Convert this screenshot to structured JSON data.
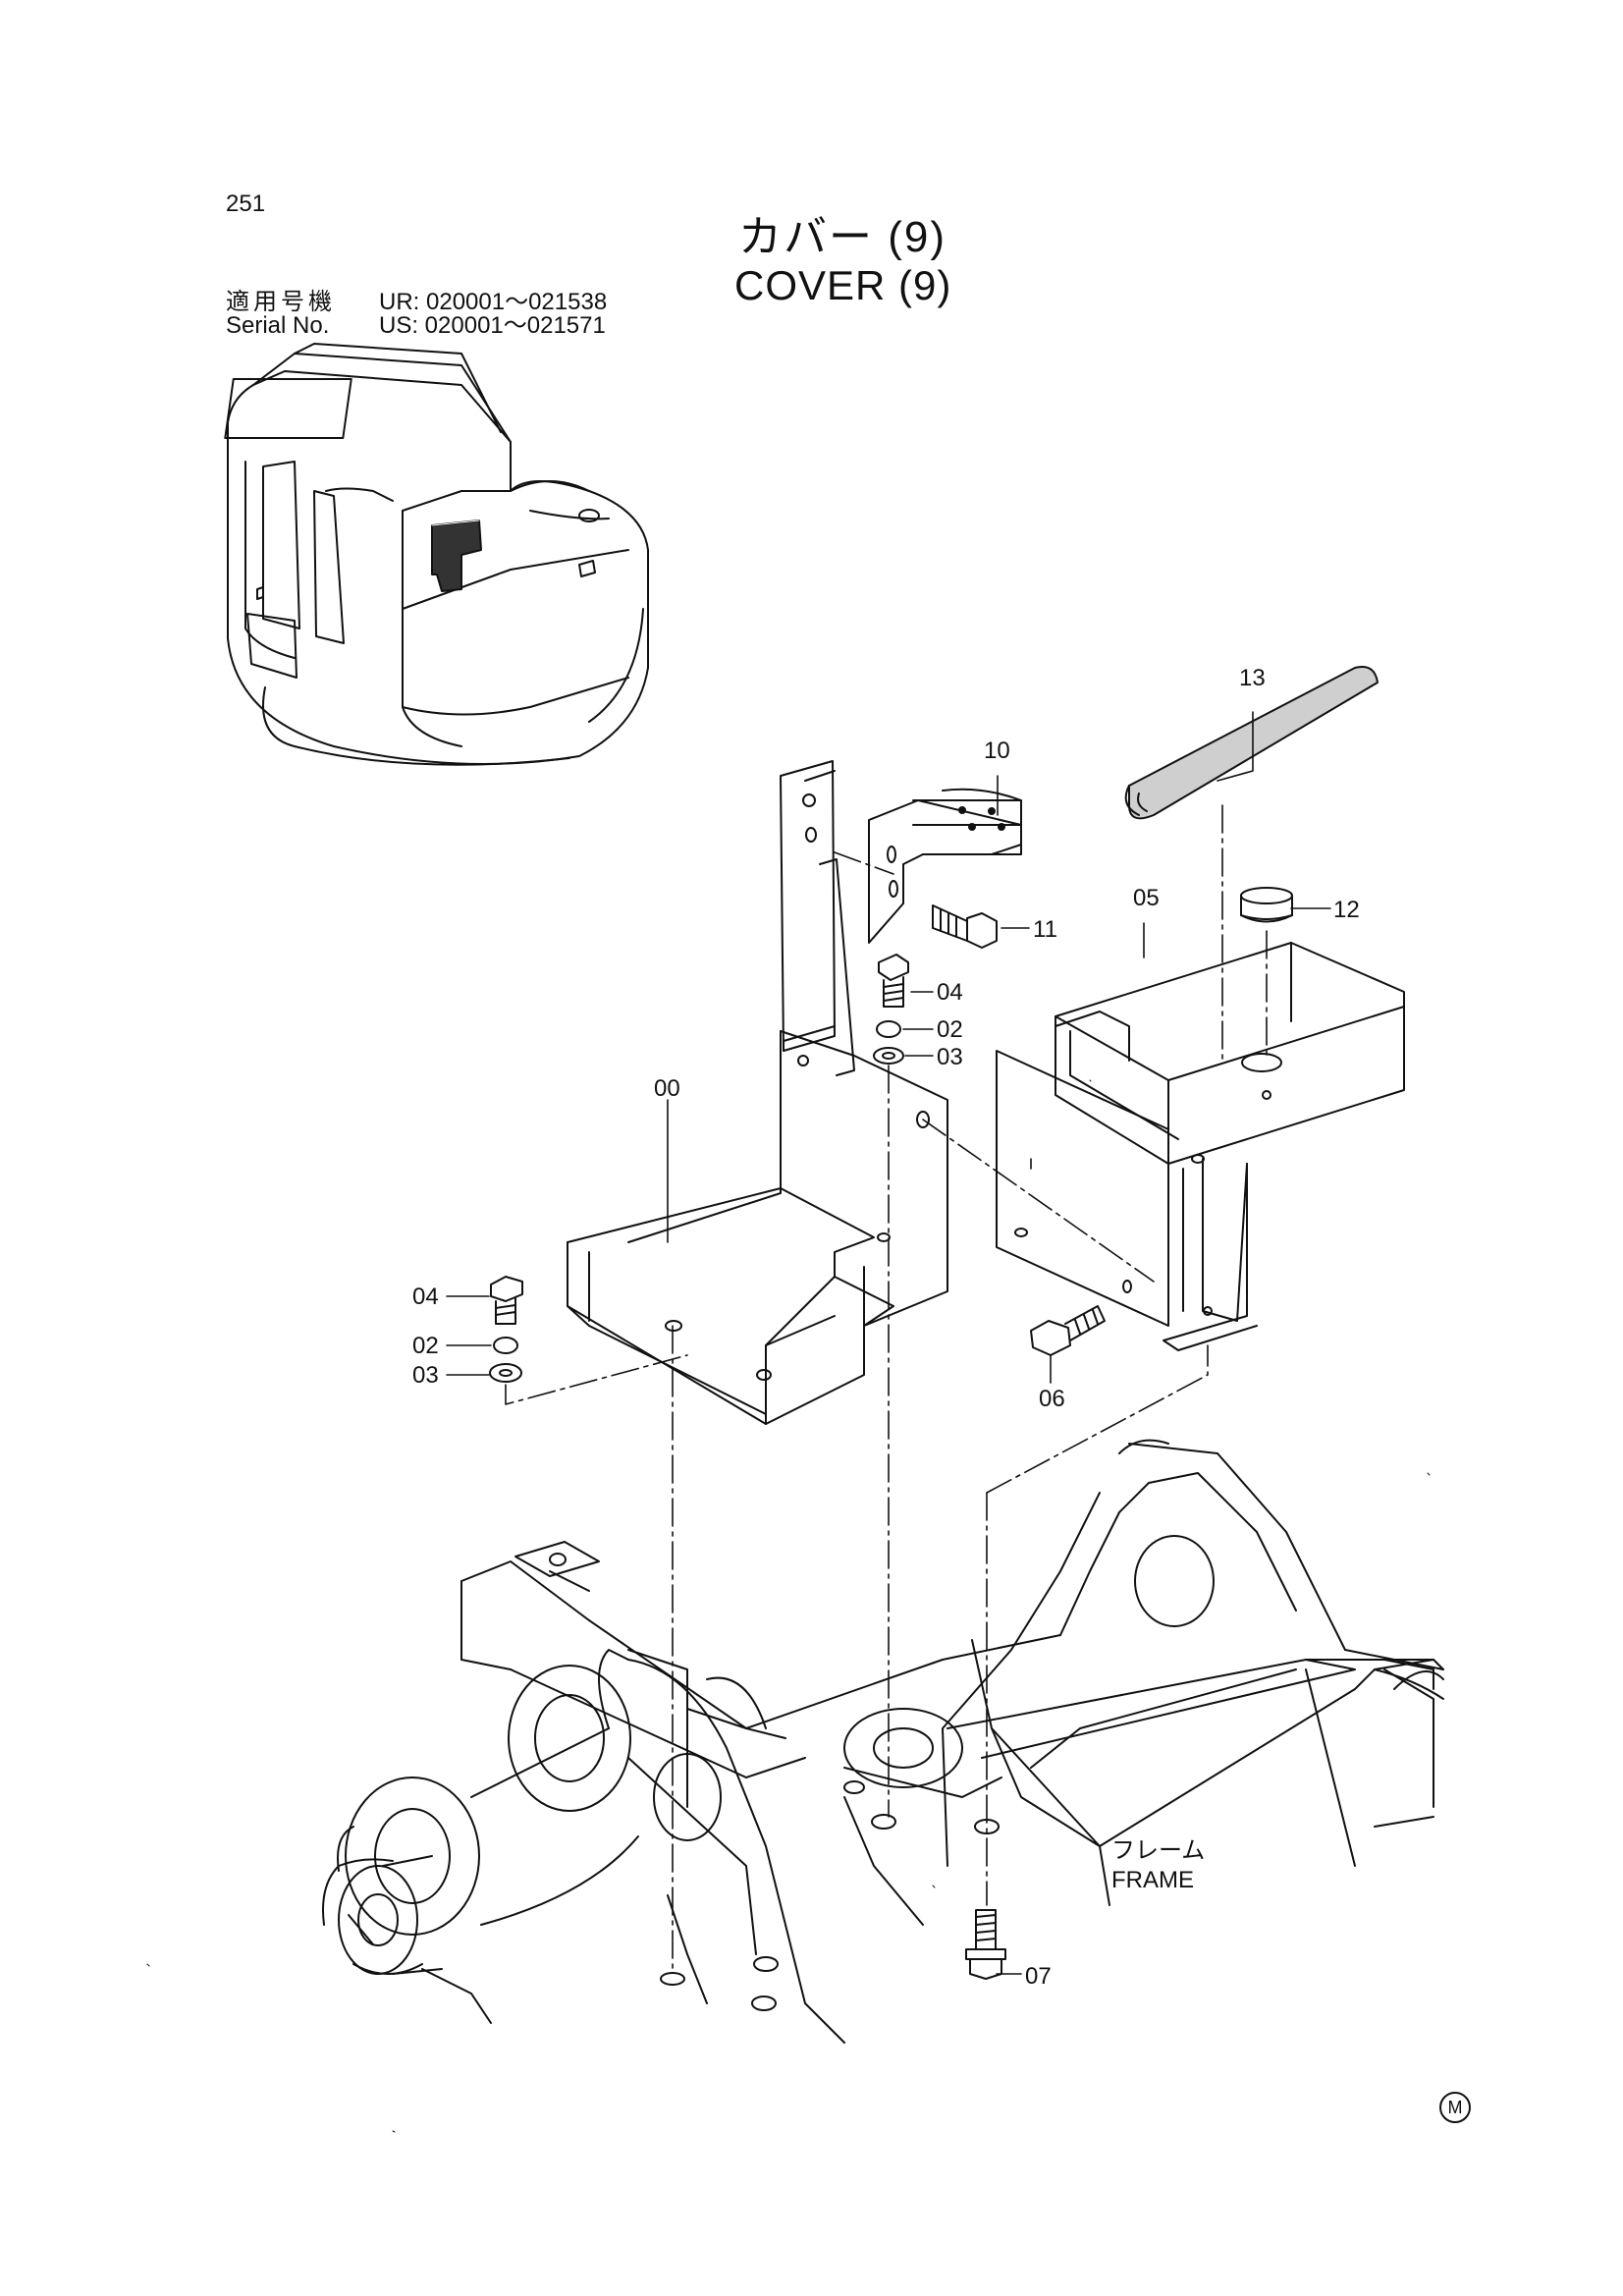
{
  "page": {
    "number": "251"
  },
  "title": {
    "jp": "カバー (9)",
    "en": "COVER (9)"
  },
  "serial": {
    "label_jp": "適用号機",
    "label_en": "Serial No.",
    "ur": "UR: 020001～021538",
    "us": "US: 020001～021571"
  },
  "callouts": [
    "00",
    "02",
    "03",
    "04",
    "05",
    "06",
    "07",
    "10",
    "11",
    "12",
    "13"
  ],
  "frame_label": {
    "jp": "フレーム",
    "en": "FRAME"
  },
  "mark": "M"
}
